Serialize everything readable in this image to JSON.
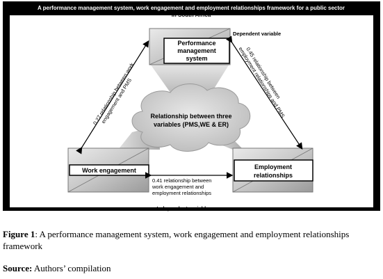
{
  "figure": {
    "title_line1": "A performance management system, work engagement and employment relationships framework for a public sector",
    "title_line2": "in South Africa",
    "dependent_label": "Dependent variable",
    "independent_label": "Independent variables",
    "boxes": {
      "pms_line1": "Performance",
      "pms_line2": "management",
      "pms_line3": "system",
      "we": "Work engagement",
      "er_line1": "Employment",
      "er_line2": "relationships"
    },
    "center_line1": "Relationship between three",
    "center_line2": "variables (PMS,WE & ER)",
    "relationships": {
      "pms_we_line1": "0.27 relationship between work",
      "pms_we_line2": "engagement and PMS",
      "pms_er_line1": "0.45 relationship between",
      "pms_er_line2": "employment relationships and PMS",
      "we_er_line1": "0.41 relationship between",
      "we_er_line2": "work engagement and",
      "we_er_line3": "employment relationships"
    },
    "colors": {
      "frame": "#000000",
      "background": "#2b2b2b",
      "box_fill": "#d4d4d4",
      "cloud_fill": "#d0d0d0"
    }
  },
  "caption": {
    "label": "Figure 1",
    "text": ": A performance management system, work engagement and employment relationships framework"
  },
  "source": {
    "label": "Source:",
    "text": " Authors’ compilation"
  }
}
